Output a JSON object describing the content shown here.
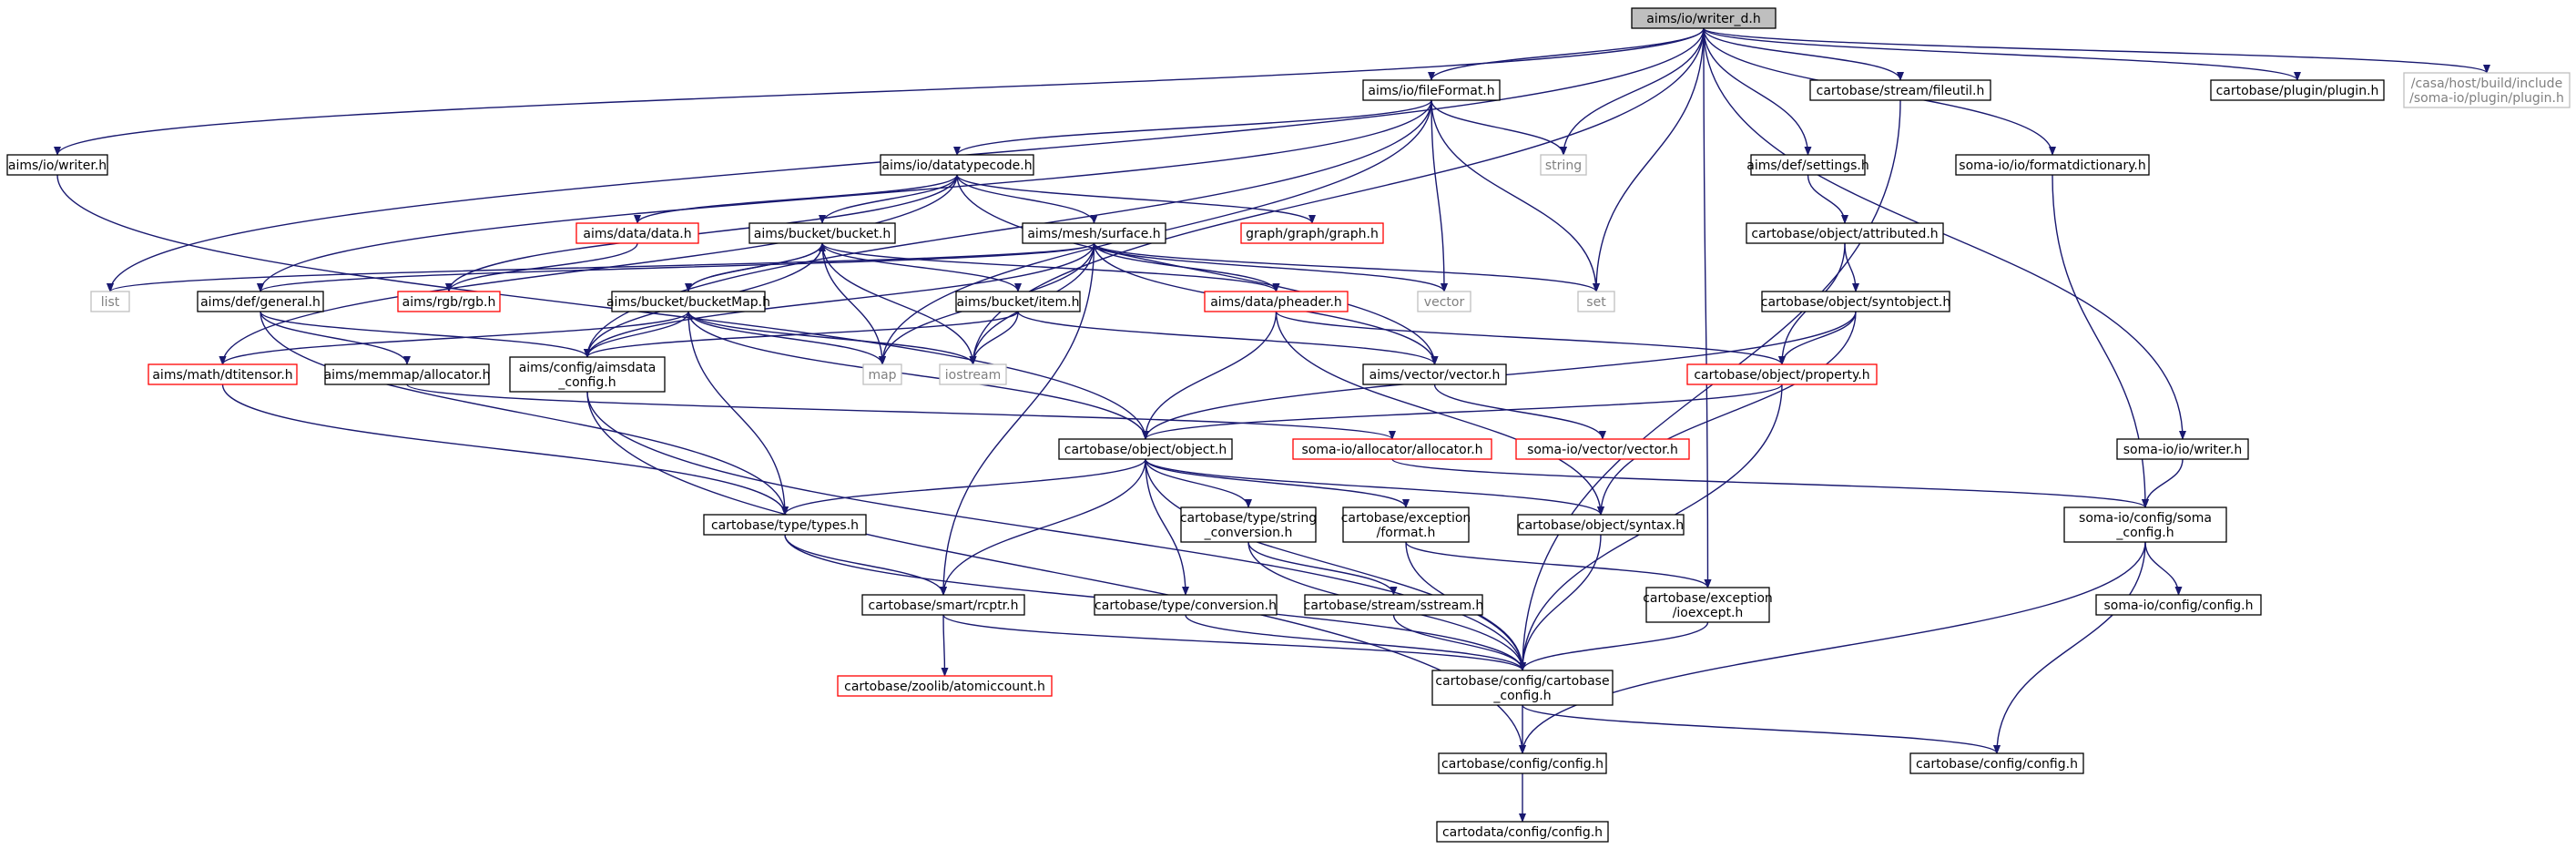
{
  "colors": {
    "edge": "#191970",
    "border_default": "#000000",
    "border_missing": "#bfbfbf",
    "border_truncated": "#ff0000",
    "fill_default": "#ffffff",
    "fill_root": "#bfbfbf",
    "text_default": "#000000",
    "text_missing": "#808080"
  },
  "nodes": [
    {
      "id": "root",
      "label": "aims/io/writer_d.h",
      "style": "root"
    },
    {
      "id": "writer",
      "label": "aims/io/writer.h",
      "style": "normal"
    },
    {
      "id": "fileformat",
      "label": "aims/io/fileFormat.h",
      "style": "normal"
    },
    {
      "id": "datatypecode",
      "label": "aims/io/datatypecode.h",
      "style": "normal"
    },
    {
      "id": "fileutil",
      "label": "cartobase/stream/fileutil.h",
      "style": "normal"
    },
    {
      "id": "plugin",
      "label": "cartobase/plugin/plugin.h",
      "style": "normal"
    },
    {
      "id": "casaplugin",
      "label": [
        "/casa/host/build/include",
        "/soma-io/plugin/plugin.h"
      ],
      "style": "missing"
    },
    {
      "id": "string",
      "label": "string",
      "style": "missing"
    },
    {
      "id": "settings",
      "label": "aims/def/settings.h",
      "style": "normal"
    },
    {
      "id": "formatdict",
      "label": "soma-io/io/formatdictionary.h",
      "style": "normal"
    },
    {
      "id": "datadata",
      "label": "aims/data/data.h",
      "style": "truncated"
    },
    {
      "id": "bucket",
      "label": "aims/bucket/bucket.h",
      "style": "normal"
    },
    {
      "id": "surface",
      "label": "aims/mesh/surface.h",
      "style": "normal"
    },
    {
      "id": "graph",
      "label": "graph/graph/graph.h",
      "style": "truncated"
    },
    {
      "id": "attributed",
      "label": "cartobase/object/attributed.h",
      "style": "normal"
    },
    {
      "id": "list",
      "label": "list",
      "style": "missing"
    },
    {
      "id": "general",
      "label": "aims/def/general.h",
      "style": "normal"
    },
    {
      "id": "rgb",
      "label": "aims/rgb/rgb.h",
      "style": "truncated"
    },
    {
      "id": "bucketmap",
      "label": "aims/bucket/bucketMap.h",
      "style": "normal"
    },
    {
      "id": "item",
      "label": "aims/bucket/item.h",
      "style": "normal"
    },
    {
      "id": "pheader",
      "label": "aims/data/pheader.h",
      "style": "truncated"
    },
    {
      "id": "vector",
      "label": "vector",
      "style": "missing"
    },
    {
      "id": "set",
      "label": "set",
      "style": "missing"
    },
    {
      "id": "syntobject",
      "label": "cartobase/object/syntobject.h",
      "style": "normal"
    },
    {
      "id": "dtitensor",
      "label": "aims/math/dtitensor.h",
      "style": "truncated"
    },
    {
      "id": "allocator",
      "label": "aims/memmap/allocator.h",
      "style": "normal"
    },
    {
      "id": "aimsdataconfig",
      "label": [
        "aims/config/aimsdata",
        "_config.h"
      ],
      "style": "normal"
    },
    {
      "id": "map",
      "label": "map",
      "style": "missing"
    },
    {
      "id": "iostream",
      "label": "iostream",
      "style": "missing"
    },
    {
      "id": "vectorh",
      "label": "aims/vector/vector.h",
      "style": "normal"
    },
    {
      "id": "property",
      "label": "cartobase/object/property.h",
      "style": "truncated"
    },
    {
      "id": "object",
      "label": "cartobase/object/object.h",
      "style": "normal"
    },
    {
      "id": "somaalloc",
      "label": "soma-io/allocator/allocator.h",
      "style": "truncated"
    },
    {
      "id": "somavector",
      "label": "soma-io/vector/vector.h",
      "style": "truncated"
    },
    {
      "id": "somawriter",
      "label": "soma-io/io/writer.h",
      "style": "normal"
    },
    {
      "id": "types",
      "label": "cartobase/type/types.h",
      "style": "normal"
    },
    {
      "id": "stringconv",
      "label": [
        "cartobase/type/string",
        "_conversion.h"
      ],
      "style": "normal"
    },
    {
      "id": "excformat",
      "label": [
        "cartobase/exception",
        "/format.h"
      ],
      "style": "normal"
    },
    {
      "id": "syntax",
      "label": "cartobase/object/syntax.h",
      "style": "normal"
    },
    {
      "id": "somaconfig",
      "label": [
        "soma-io/config/soma",
        "_config.h"
      ],
      "style": "normal"
    },
    {
      "id": "rcptr",
      "label": "cartobase/smart/rcptr.h",
      "style": "normal"
    },
    {
      "id": "conversion",
      "label": "cartobase/type/conversion.h",
      "style": "normal"
    },
    {
      "id": "sstream",
      "label": "cartobase/stream/sstream.h",
      "style": "normal"
    },
    {
      "id": "ioexcept",
      "label": [
        "cartobase/exception",
        "/ioexcept.h"
      ],
      "style": "normal"
    },
    {
      "id": "somaconfigh",
      "label": "soma-io/config/config.h",
      "style": "normal"
    },
    {
      "id": "atomiccount",
      "label": "cartobase/zoolib/atomiccount.h",
      "style": "truncated"
    },
    {
      "id": "cbconfig",
      "label": [
        "cartobase/config/cartobase",
        "_config.h"
      ],
      "style": "normal"
    },
    {
      "id": "config1",
      "label": "cartobase/config/config.h",
      "style": "normal"
    },
    {
      "id": "config2",
      "label": "cartobase/config/config.h",
      "style": "normal"
    },
    {
      "id": "cdconfig",
      "label": "cartodata/config/config.h",
      "style": "normal"
    }
  ]
}
